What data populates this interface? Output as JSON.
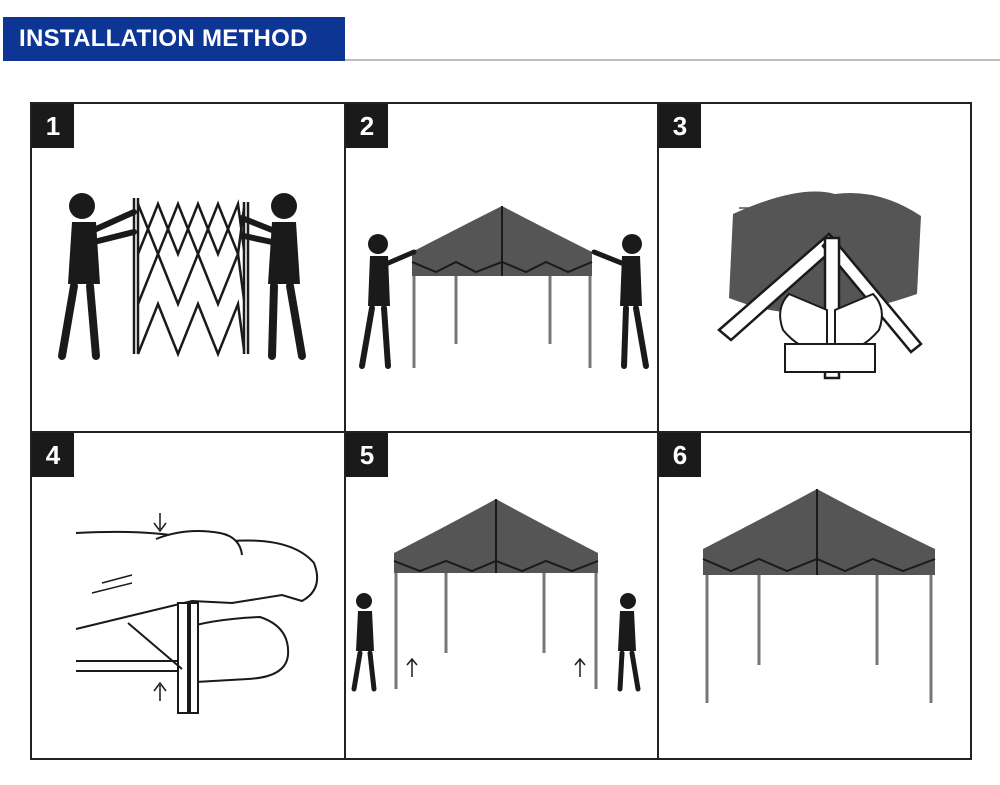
{
  "header": {
    "title": "INSTALLATION METHOD",
    "color": "#0d3593"
  },
  "steps": [
    {
      "number": "1"
    },
    {
      "number": "2"
    },
    {
      "number": "3"
    },
    {
      "number": "4"
    },
    {
      "number": "5"
    },
    {
      "number": "6"
    }
  ]
}
